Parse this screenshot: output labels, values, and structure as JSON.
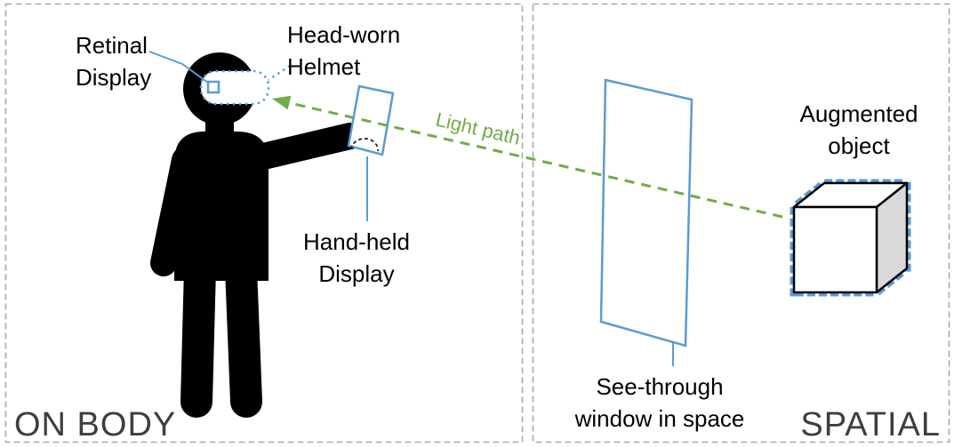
{
  "titles": {
    "on_body": "ON BODY",
    "spatial": "SPATIAL"
  },
  "labels": {
    "retinal_display": {
      "line1": "Retinal",
      "line2": "Display"
    },
    "head_worn_helmet": {
      "line1": "Head-worn",
      "line2": "Helmet"
    },
    "hand_held_display": {
      "line1": "Hand-held",
      "line2": "Display"
    },
    "augmented_object": {
      "line1": "Augmented",
      "line2": "object"
    },
    "see_through_window": {
      "line1": "See-through",
      "line2": "window in space"
    },
    "light_path": "Light path"
  },
  "colors": {
    "accent_blue": "#5B9BD5",
    "light_path_green": "#70AD47",
    "silhouette_black": "#000000",
    "panel_border_gray": "#A9A9A9",
    "corner_title_gray": "#3E3E3E",
    "cube_shade_gray": "#D9D9D9"
  }
}
